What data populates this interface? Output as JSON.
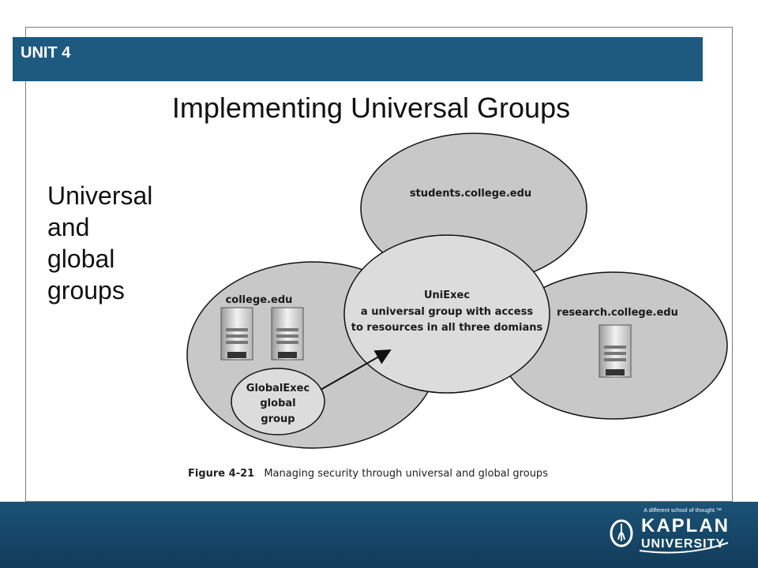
{
  "header": {
    "unit": "UNIT 4"
  },
  "title": "Implementing Universal Groups",
  "bullet": {
    "lines": [
      "Universal",
      "and",
      "global",
      "groups"
    ]
  },
  "diagram": {
    "domains": {
      "top": "students.college.edu",
      "left": "college.edu",
      "right": "research.college.edu"
    },
    "center": {
      "lines": [
        "UniExec",
        "a universal group with access",
        "to resources in all three domians"
      ]
    },
    "global_group": {
      "lines": [
        "GlobalExec",
        "global",
        "group"
      ]
    }
  },
  "caption": {
    "label": "Figure 4-21",
    "text": "Managing security through universal and global groups"
  },
  "footer": {
    "tagline": "A different school of thought.™",
    "brand_line1": "KAPLAN",
    "brand_line2": "UNIVERSITY"
  },
  "colors": {
    "header": "#1e5a80",
    "footer": "#154a6e",
    "circle_fill": "#c8c8c8",
    "center_fill": "#dcdcdc"
  }
}
